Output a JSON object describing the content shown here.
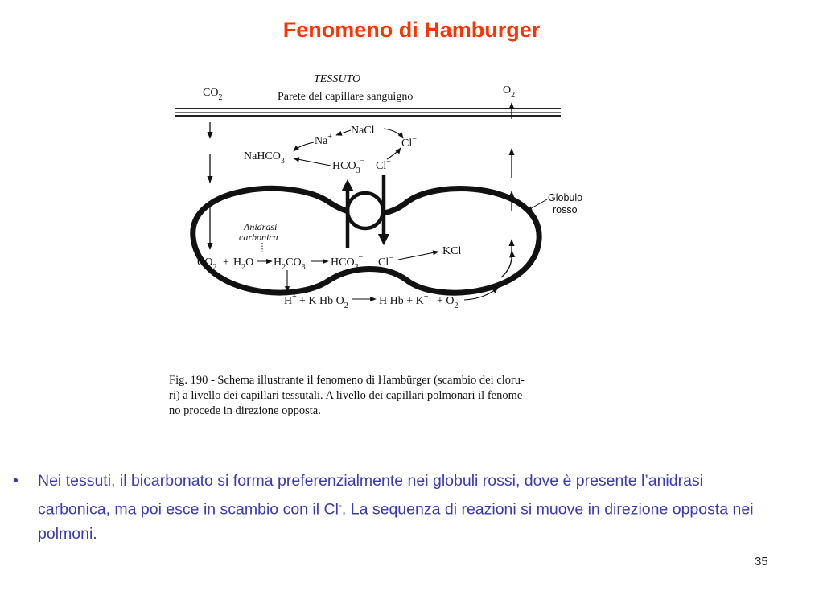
{
  "title": "Fenomeno di Hamburger",
  "figure": {
    "tessuto": "TESSUTO",
    "wall_label": "Parete del capillare sanguigno",
    "co2_top": {
      "main": "CO",
      "sub": "2"
    },
    "o2_top": {
      "main": "O",
      "sub": "2"
    },
    "nacl": "NaCl",
    "na_plus": {
      "main": "Na",
      "sup": "+"
    },
    "cl_minus_upper": {
      "main": "Cl",
      "sup": "−"
    },
    "nahco3": {
      "main": "NaHCO",
      "sub": "3"
    },
    "hco3_outside": {
      "main": "HCO",
      "sub": "3",
      "sup": "−"
    },
    "cl_minus_outside": {
      "main": "Cl",
      "sup": "−"
    },
    "globulo": "Globulo",
    "rosso": "rosso",
    "anidrasi": "Anidrasi",
    "carbonica": "carbonica",
    "reaction1": {
      "co2": {
        "main": "CO",
        "sub": "2"
      },
      "plus": "+",
      "h2o": {
        "a": "H",
        "sub": "2",
        "b": "O"
      },
      "h2co3": {
        "a": "H",
        "sub1": "2",
        "b": "CO",
        "sub2": "3"
      },
      "hco3": {
        "main": "HCO",
        "sub": "3",
        "sup": "−"
      },
      "cl": {
        "main": "Cl",
        "sup": "−"
      },
      "kcl": "KCl"
    },
    "reaction2": {
      "h_plus": {
        "main": "H",
        "sup": "+"
      },
      "k_hbo2": {
        "main": "+ K Hb O",
        "sub": "2"
      },
      "h_hb": "H Hb + K",
      "k_sup": "+",
      "o2": {
        "main": "+ O",
        "sub": "2"
      }
    },
    "caption": [
      "Fig. 190 - Schema illustrante il fenomeno di Hambürger (scambio dei cloru-",
      "ri) a livello dei capillari tessutali. A livello dei capillari polmonari il fenome-",
      "no procede in direzione opposta."
    ]
  },
  "bullet": {
    "mark": "•",
    "text_before": "Nei tessuti, il bicarbonato si forma preferenzialmente nei globuli rossi, dove è presente l’anidrasi carbonica, ma poi esce in scambio con il Cl",
    "superscript": "-",
    "text_after": ". La sequenza di reazioni si muove in direzione opposta nei polmoni."
  },
  "page_number": "35",
  "colors": {
    "title": "#ff3300",
    "bullet_text": "#3b3bb0"
  }
}
